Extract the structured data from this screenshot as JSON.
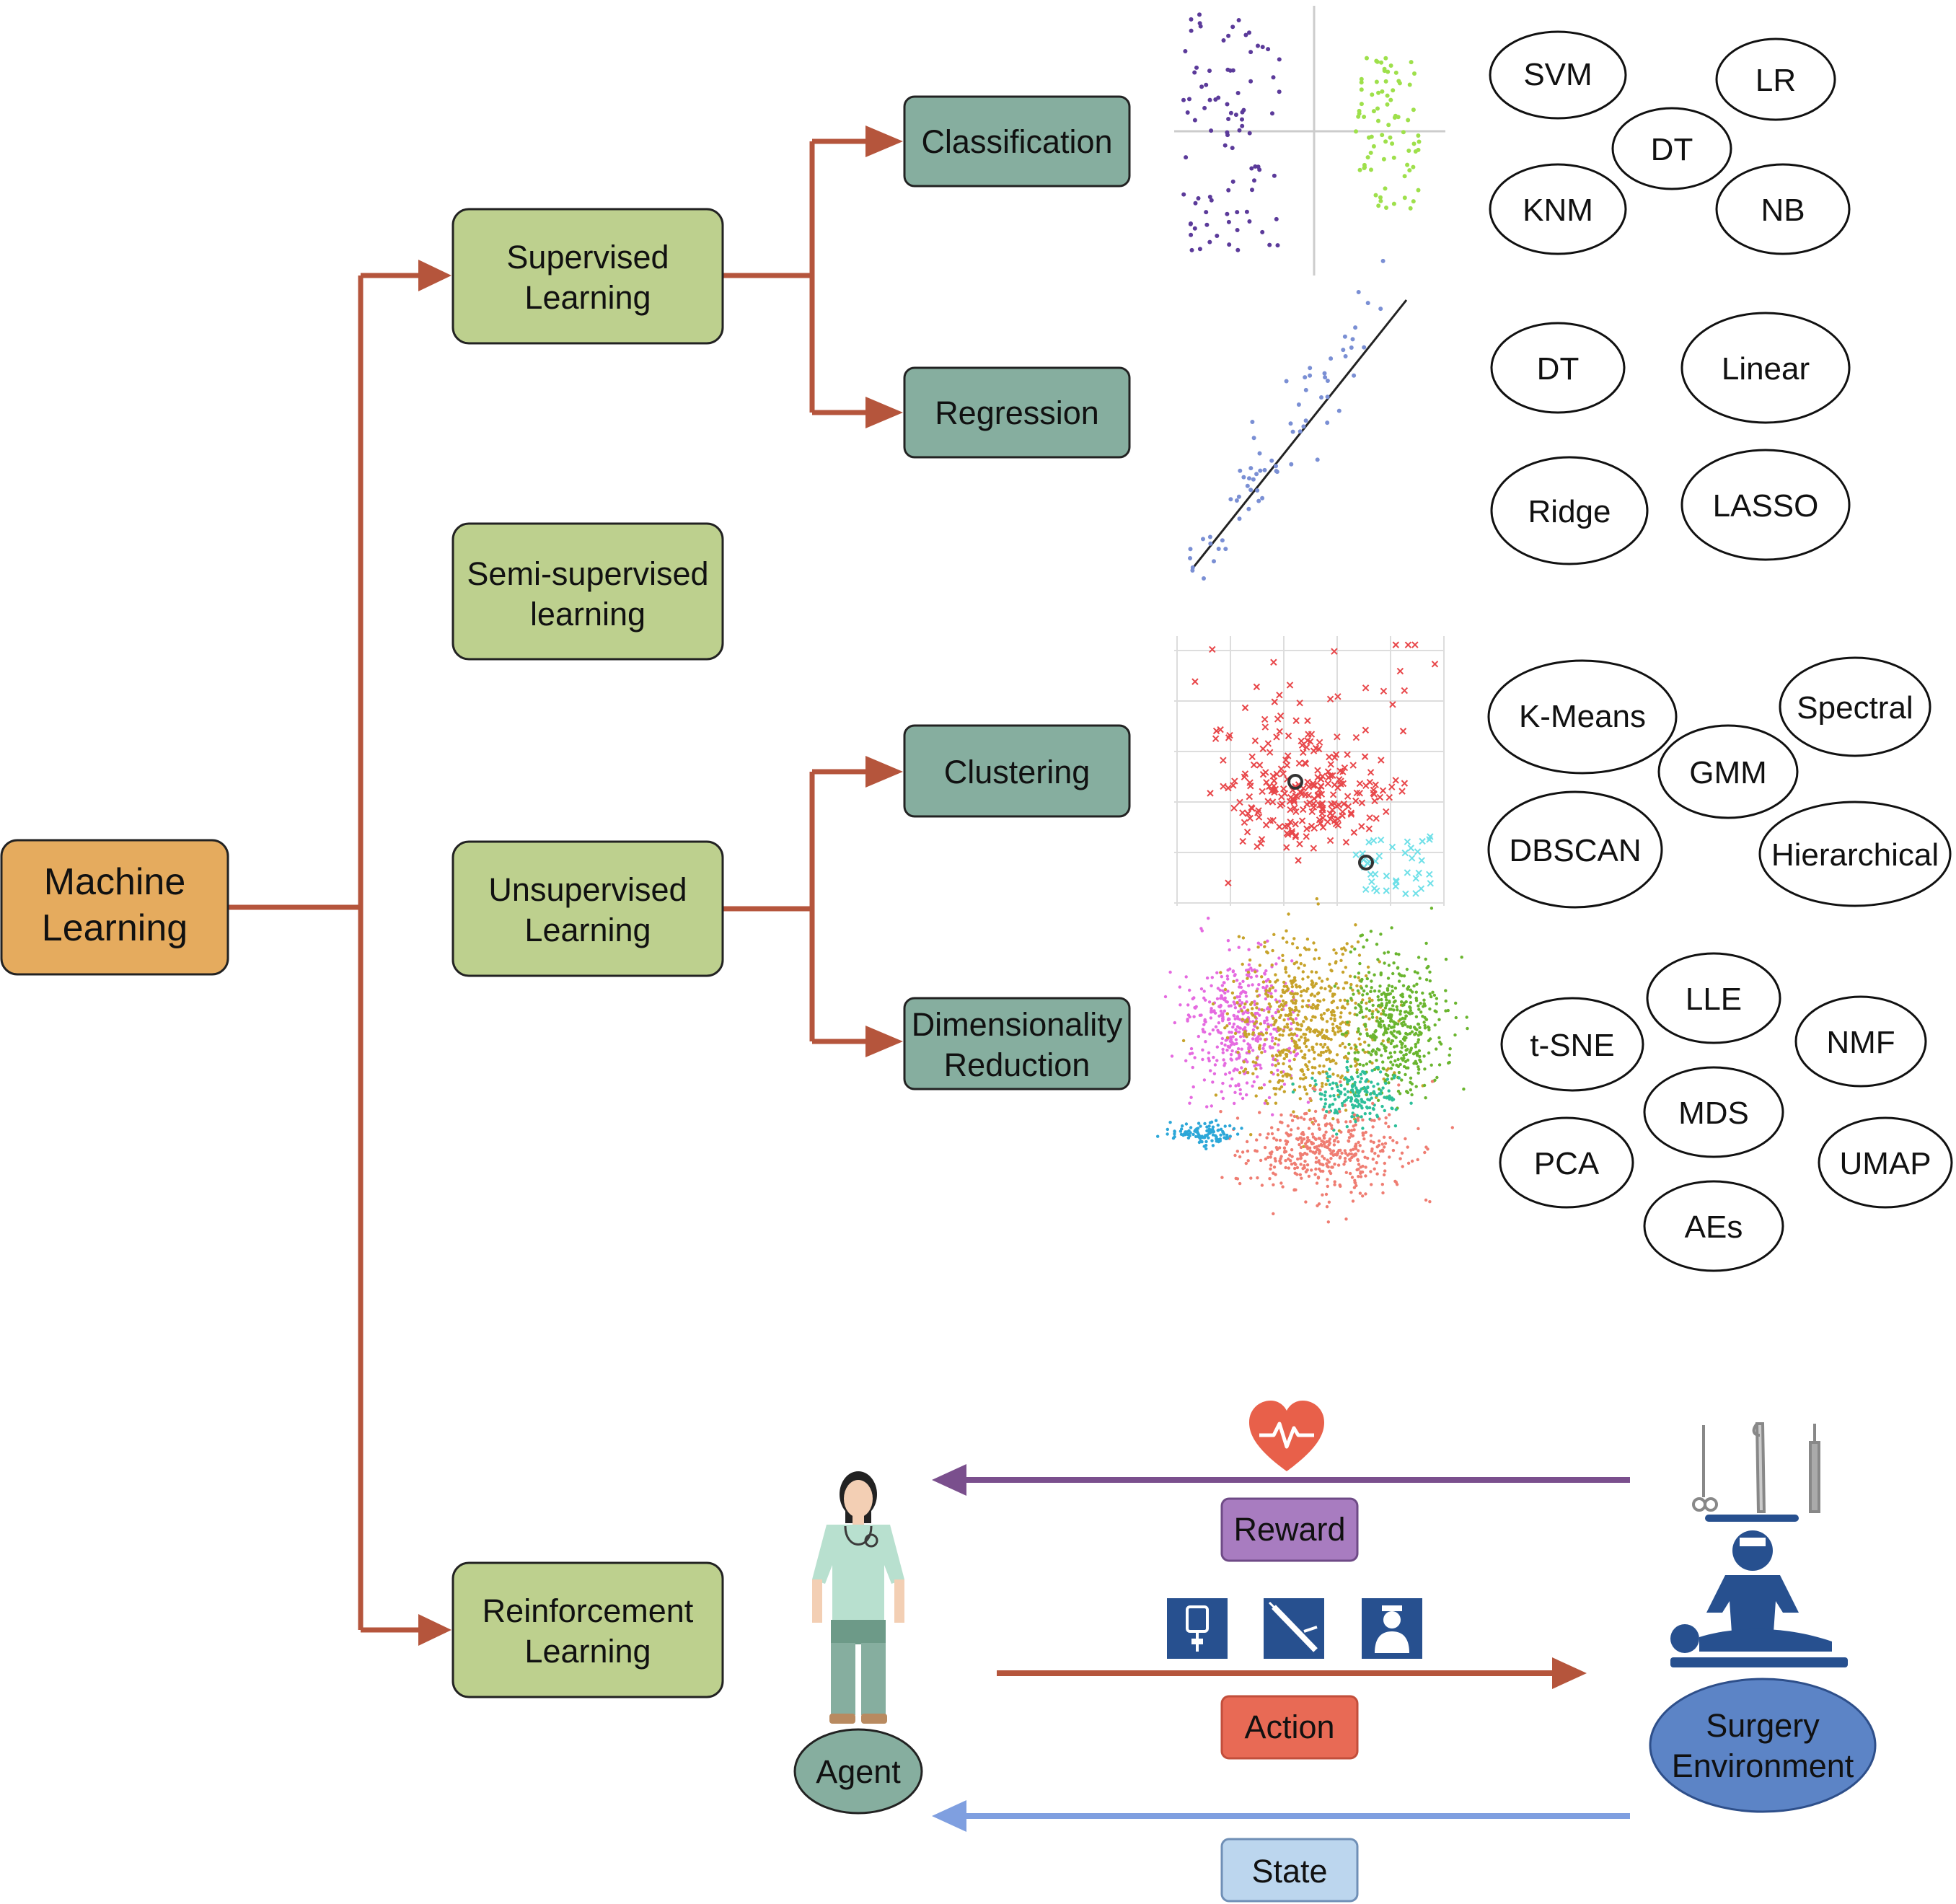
{
  "root": {
    "line1": "Machine",
    "line2": "Learning"
  },
  "categories": {
    "supervised": {
      "line1": "Supervised",
      "line2": "Learning"
    },
    "semi": {
      "line1": "Semi-supervised",
      "line2": "learning"
    },
    "unsupervised": {
      "line1": "Unsupervised",
      "line2": "Learning"
    },
    "reinforcement": {
      "line1": "Reinforcement",
      "line2": "Learning"
    }
  },
  "tasks": {
    "classification": "Classification",
    "regression": "Regression",
    "clustering": "Clustering",
    "dimred": {
      "line1": "Dimensionality",
      "line2": "Reduction"
    }
  },
  "algorithms": {
    "classification": [
      "SVM",
      "LR",
      "DT",
      "KNM",
      "NB"
    ],
    "regression": [
      "DT",
      "Linear",
      "Ridge",
      "LASSO"
    ],
    "clustering": [
      "K-Means",
      "Spectral",
      "GMM",
      "DBSCAN",
      "Hierarchical"
    ],
    "dimred": [
      "LLE",
      "t-SNE",
      "NMF",
      "MDS",
      "PCA",
      "UMAP",
      "AEs"
    ]
  },
  "rl": {
    "agent": "Agent",
    "environment": {
      "line1": "Surgery",
      "line2": "Environment"
    },
    "reward": "Reward",
    "action": "Action",
    "state": "State"
  },
  "colors": {
    "connector": "#b5553c",
    "root_fill": "#e5ab5e",
    "category_fill": "#bdd08e",
    "task_fill": "#86ae9f",
    "reward_fill": "#a87cc0",
    "reward_arrow": "#7a4f8d",
    "action_fill": "#e86a55",
    "action_arrow": "#b5553c",
    "state_fill": "#bcd6ee",
    "state_arrow": "#7f9fe0",
    "environment_fill": "#5c84c6",
    "agent_fill": "#86ae9f",
    "icon_blue": "#27508f"
  }
}
